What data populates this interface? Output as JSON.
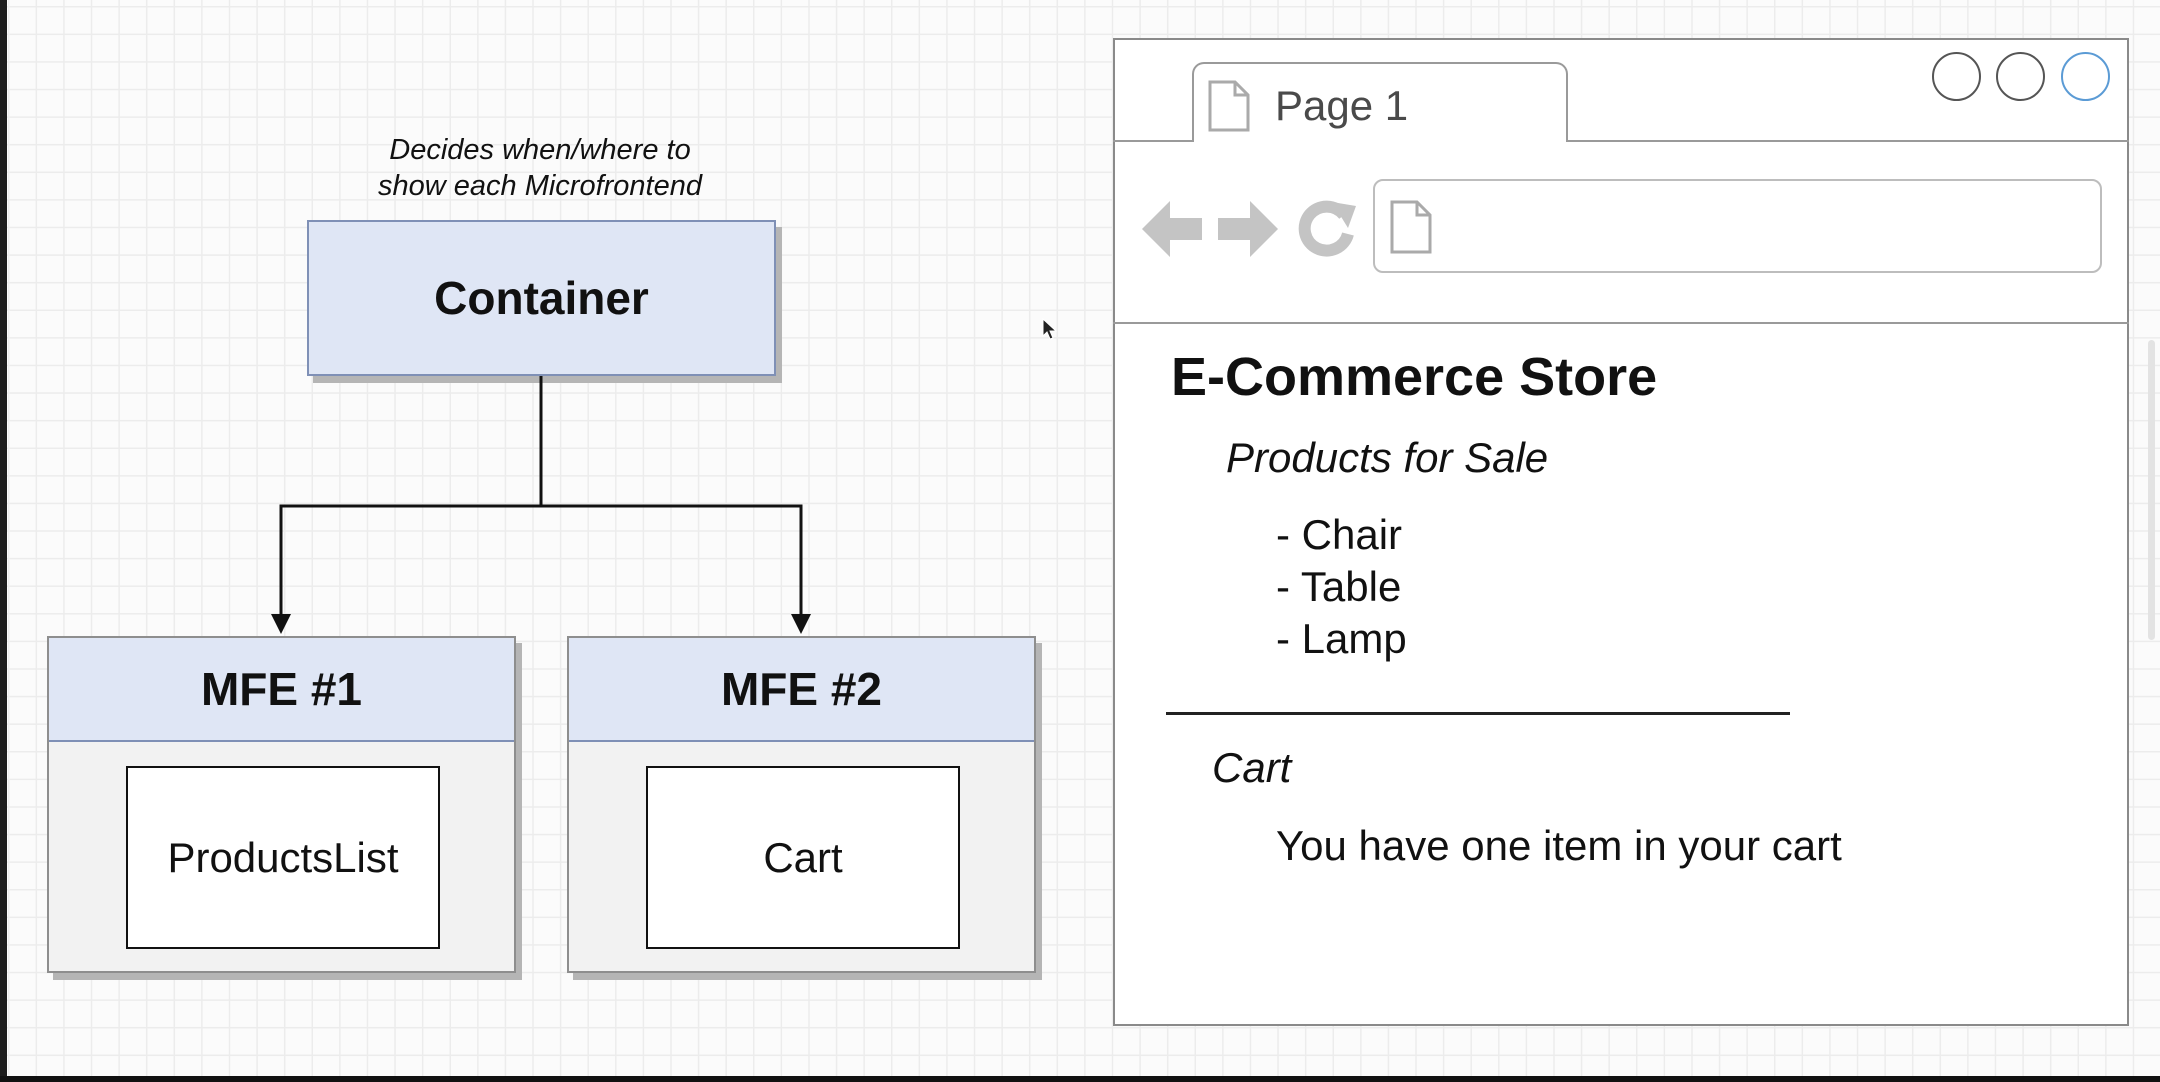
{
  "diagram": {
    "annotation_line1": "Decides when/where to",
    "annotation_line2": "show each Microfrontend",
    "container_label": "Container",
    "mfe1": {
      "title": "MFE #1",
      "component": "ProductsList"
    },
    "mfe2": {
      "title": "MFE #2",
      "component": "Cart"
    }
  },
  "browser": {
    "tab_label": "Page 1",
    "address_value": "",
    "page": {
      "title": "E-Commerce Store",
      "products_heading": "Products for Sale",
      "products": [
        "- Chair",
        "- Table",
        "- Lamp"
      ],
      "cart_heading": "Cart",
      "cart_message": "You have one item in your cart"
    }
  },
  "icons": [
    "page-icon",
    "back-arrow-icon",
    "forward-arrow-icon",
    "refresh-icon",
    "window-circle-icon",
    "mouse-cursor-icon"
  ],
  "colors": {
    "box_fill": "#dfe6f5",
    "box_border": "#7f90b6",
    "mfe_body": "#f2f2f2",
    "nav_icon_gray": "#c4c4c4",
    "active_circle": "#5b9bd5"
  }
}
